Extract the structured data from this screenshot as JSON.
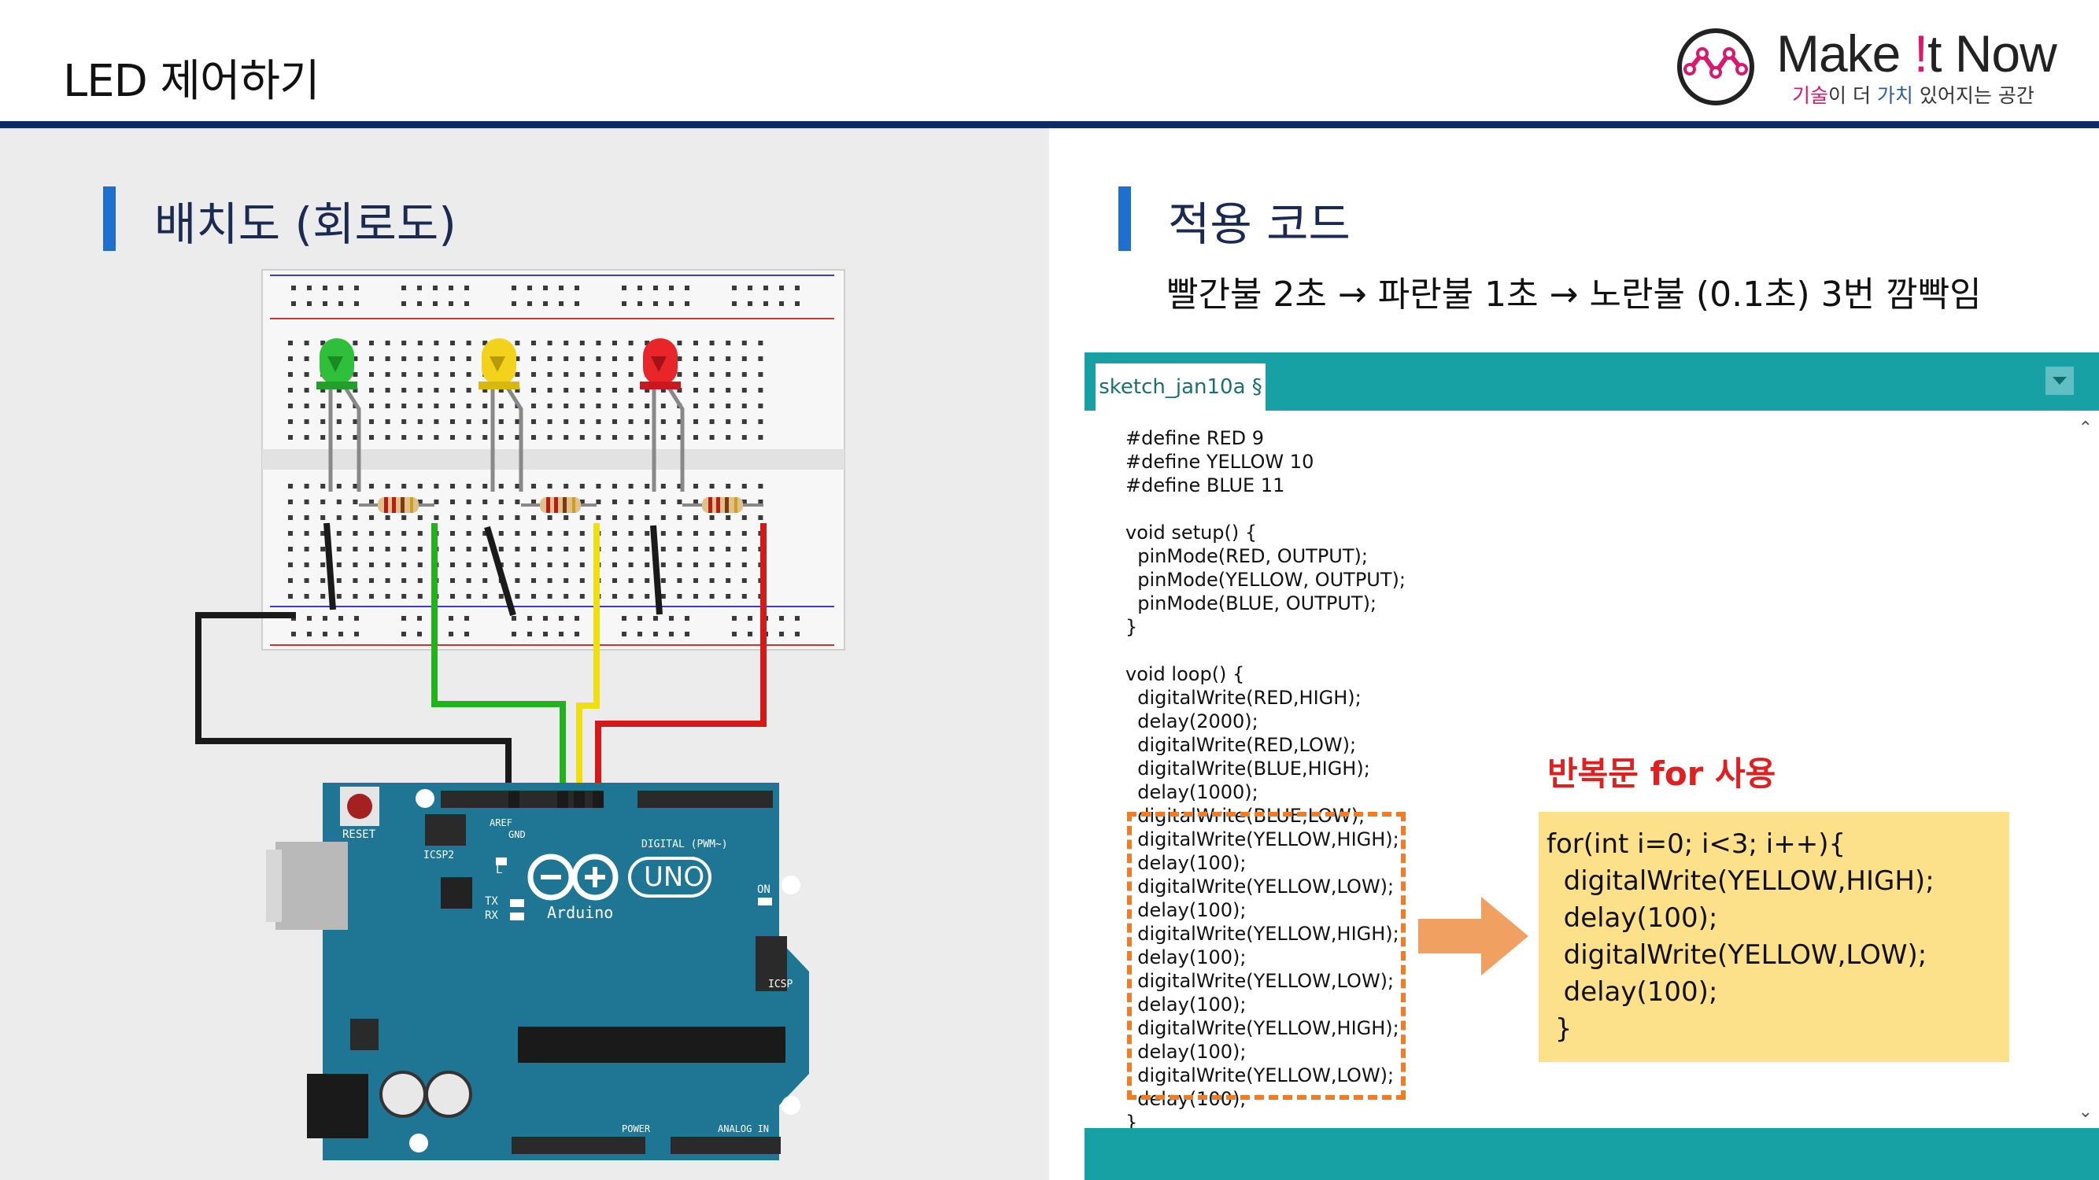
{
  "header": {
    "title": "LED 제어하기",
    "logo": {
      "name_part1": "Make ",
      "name_mark": "!",
      "name_part2": "t Now",
      "tagline": [
        {
          "text": "기술",
          "tone": "pink"
        },
        {
          "text": "이 더 ",
          "tone": "dark"
        },
        {
          "text": "가치",
          "tone": "blue"
        },
        {
          "text": " 있어지는 공간",
          "tone": "dark"
        }
      ]
    }
  },
  "left_section": {
    "title": "배치도 (회로도)"
  },
  "right_section": {
    "title": "적용 코드",
    "subtitle": "빨간불 2초 → 파란불 1초 → 노란불 (0.1초) 3번 깜빡임"
  },
  "ide": {
    "tab_label": "sketch_jan10a §",
    "code": "#define RED 9\n#define YELLOW 10\n#define BLUE 11\n\nvoid setup() {\n  pinMode(RED, OUTPUT);\n  pinMode(YELLOW, OUTPUT);\n  pinMode(BLUE, OUTPUT);\n}\n\nvoid loop() {\n  digitalWrite(RED,HIGH);\n  delay(2000);\n  digitalWrite(RED,LOW);\n  digitalWrite(BLUE,HIGH);\n  delay(1000);\n  digitalWrite(BLUE,LOW);\n  digitalWrite(YELLOW,HIGH);\n  delay(100);\n  digitalWrite(YELLOW,LOW);\n  delay(100);\n  digitalWrite(YELLOW,HIGH);\n  delay(100);\n  digitalWrite(YELLOW,LOW);\n  delay(100);\n  digitalWrite(YELLOW,HIGH);\n  delay(100);\n  digitalWrite(YELLOW,LOW);\n  delay(100);\n}"
  },
  "loop_note": {
    "label": "반복문 for 사용",
    "code": "for(int i=0; i<3; i++){\n  digitalWrite(YELLOW,HIGH);\n  delay(100);\n  digitalWrite(YELLOW,LOW);\n  delay(100);\n }"
  },
  "circuit": {
    "board_labels": {
      "reset": "RESET",
      "icsp2": "ICSP2",
      "icsp": "ICSP",
      "aref": "AREF",
      "gnd": "GND",
      "digital": "DIGITAL (PWM~)",
      "uno": "UNO",
      "arduino": "Arduino",
      "tx": "TX",
      "rx": "RX",
      "on": "ON",
      "l": "L",
      "power": "POWER",
      "analog_in": "ANALOG IN"
    },
    "led_colors": [
      "#2fbf3b",
      "#f2d21a",
      "#e8262a"
    ],
    "wire_colors": {
      "gnd": "#1a1a1a",
      "green": "#22b21e",
      "yellow": "#f0df10",
      "red": "#d21a1a"
    },
    "board_color": "#1e7594"
  },
  "colors": {
    "header_rule": "#0d2a6c",
    "section_marker": "#1f6fd1",
    "ide_frame": "#17a1a5",
    "highlight_dash": "#ee7d2a",
    "note_bg": "#fde08a",
    "note_label": "#e02020"
  }
}
